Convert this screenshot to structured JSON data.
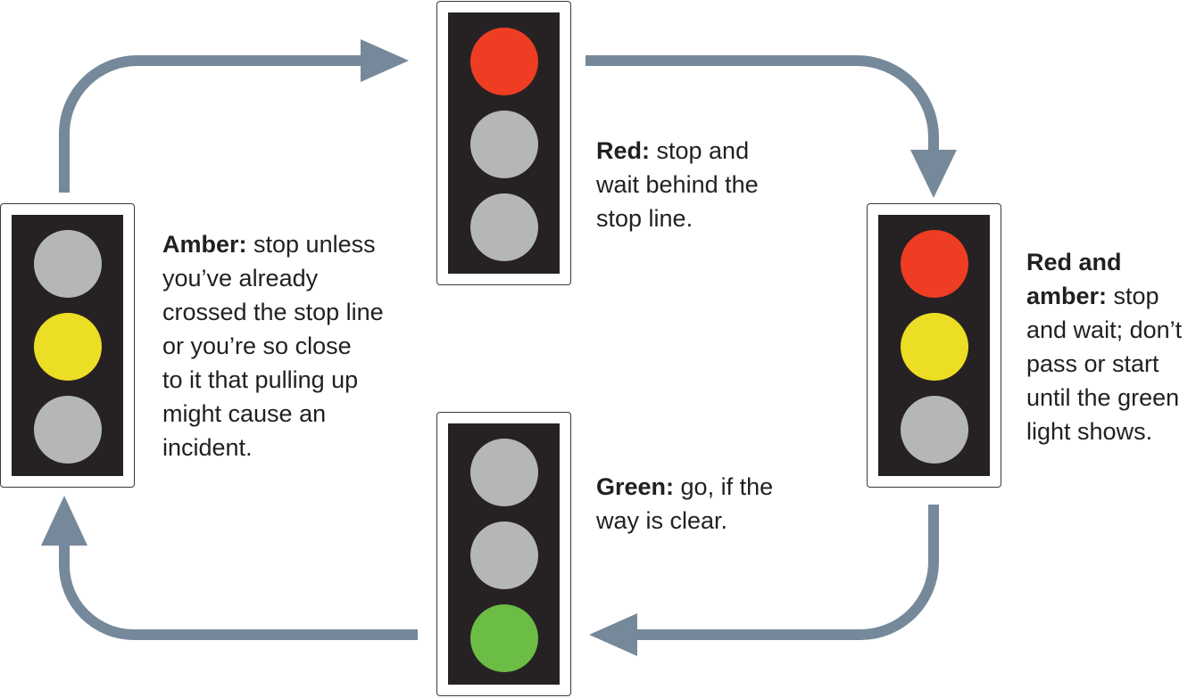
{
  "colors": {
    "arrow": "#76899a",
    "housing": "#262224",
    "lamp_off": "#b5b6b8",
    "lamp_red": "#ee3d23",
    "lamp_amber": "#ecdd25",
    "lamp_green": "#6bbd45"
  },
  "signals": {
    "red": {
      "lamps": [
        "red",
        "off",
        "off"
      ],
      "caption_bold": "Red:",
      "caption_text": " stop and\nwait behind the\nstop line."
    },
    "red_amber": {
      "lamps": [
        "red",
        "amber",
        "off"
      ],
      "caption_bold": "Red and\namber:",
      "caption_text": " stop\nand wait; don’t\npass or start\nuntil the green\nlight shows."
    },
    "green": {
      "lamps": [
        "off",
        "off",
        "green"
      ],
      "caption_bold": "Green:",
      "caption_text": " go, if the\nway is clear."
    },
    "amber": {
      "lamps": [
        "off",
        "amber",
        "off"
      ],
      "caption_bold": "Amber:",
      "caption_text": " stop unless\nyou’ve already\ncrossed the stop line\nor you’re so close\nto it that pulling up\nmight cause an\nincident."
    }
  }
}
